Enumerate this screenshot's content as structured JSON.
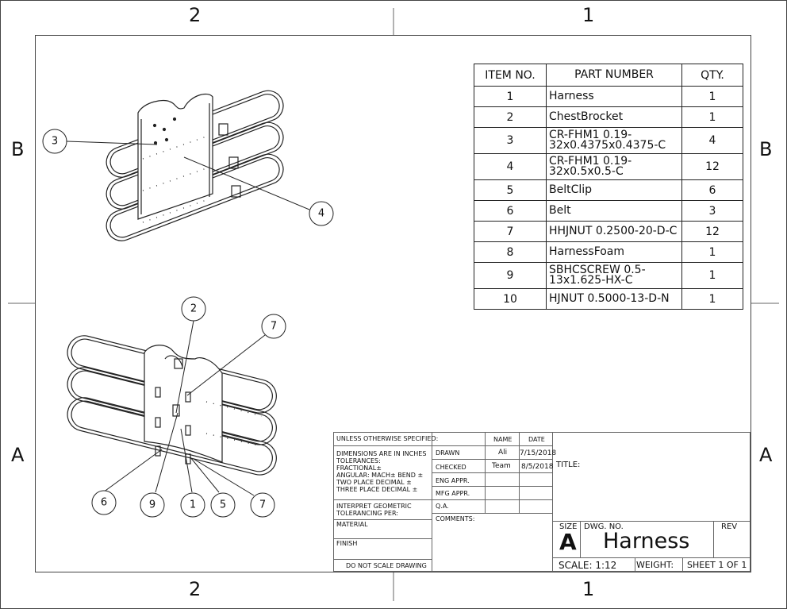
{
  "zones": {
    "top_left": "2",
    "top_right": "1",
    "bottom_left": "2",
    "bottom_right": "1",
    "left_upper": "B",
    "left_lower": "A",
    "right_upper": "B",
    "right_lower": "A"
  },
  "balloons": {
    "upper_view": [
      "3",
      "4"
    ],
    "lower_view": [
      "2",
      "7",
      "6",
      "9",
      "1",
      "5",
      "7"
    ]
  },
  "bom": {
    "headers": [
      "ITEM NO.",
      "PART NUMBER",
      "QTY."
    ],
    "rows": [
      {
        "item": "1",
        "part": "Harness",
        "qty": "1"
      },
      {
        "item": "2",
        "part": "ChestBrocket",
        "qty": "1"
      },
      {
        "item": "3",
        "part": "CR-FHM1 0.19-32x0.4375x0.4375-C",
        "qty": "4"
      },
      {
        "item": "4",
        "part": "CR-FHM1 0.19-32x0.5x0.5-C",
        "qty": "12"
      },
      {
        "item": "5",
        "part": "BeltClip",
        "qty": "6"
      },
      {
        "item": "6",
        "part": "Belt",
        "qty": "3"
      },
      {
        "item": "7",
        "part": "HHJNUT 0.2500-20-D-C",
        "qty": "12"
      },
      {
        "item": "8",
        "part": "HarnessFoam",
        "qty": "1"
      },
      {
        "item": "9",
        "part": "SBHCSCREW 0.5-13x1.625-HX-C",
        "qty": "1"
      },
      {
        "item": "10",
        "part": "HJNUT 0.5000-13-D-N",
        "qty": "1"
      }
    ]
  },
  "title_block": {
    "unless": "UNLESS OTHERWISE SPECIFIED:",
    "name_header": "NAME",
    "date_header": "DATE",
    "dims_line1": "DIMENSIONS ARE IN INCHES",
    "dims_line2": "TOLERANCES:",
    "dims_line3": "FRACTIONAL±",
    "dims_line4": "ANGULAR: MACH±    BEND ±",
    "dims_line5": "TWO PLACE DECIMAL    ±",
    "dims_line6": "THREE PLACE DECIMAL  ±",
    "interpret_line1": "INTERPRET GEOMETRIC",
    "interpret_line2": "TOLERANCING PER:",
    "material": "MATERIAL",
    "finish": "FINISH",
    "no_scale": "DO NOT SCALE DRAWING",
    "drawn_label": "DRAWN",
    "drawn_name": "Ali",
    "drawn_date": "7/15/2018",
    "checked_label": "CHECKED",
    "checked_name": "Team",
    "checked_date": "8/5/2018",
    "eng_appr": "ENG APPR.",
    "mfg_appr": "MFG APPR.",
    "qa": "Q.A.",
    "comments": "COMMENTS:",
    "title_label": "TITLE:",
    "size_label": "SIZE",
    "size_value": "A",
    "dwg_no_label": "DWG.  NO.",
    "dwg_no_value": "Harness",
    "rev_label": "REV",
    "scale": "SCALE: 1:12",
    "weight": "WEIGHT:",
    "sheet": "SHEET 1 OF 1"
  }
}
